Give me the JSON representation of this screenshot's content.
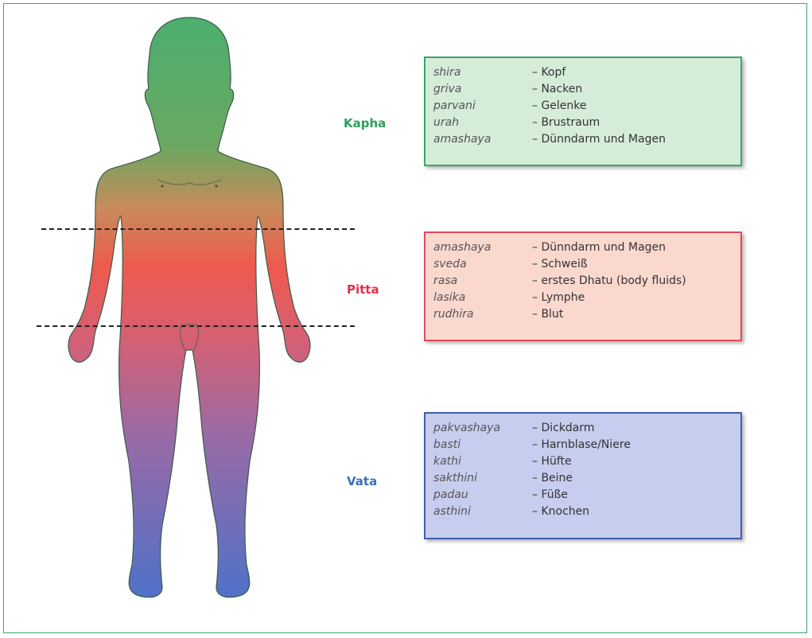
{
  "colors": {
    "frame": "#3aa66a",
    "kapha": "#2e9e5b",
    "pitta": "#e0304a",
    "vata": "#3f6fb6"
  },
  "doshas": [
    {
      "key": "kapha",
      "label": "Kapha",
      "label_color": "#2e9e5b",
      "box_fill": "#d5ecd9",
      "box_border": "#3aa66a",
      "items": [
        {
          "term": "shira",
          "meaning": "– Kopf"
        },
        {
          "term": "griva",
          "meaning": "– Nacken"
        },
        {
          "term": "parvani",
          "meaning": "– Gelenke"
        },
        {
          "term": "urah",
          "meaning": "– Brustraum"
        },
        {
          "term": "amashaya",
          "meaning": "– Dünndarm und Magen"
        }
      ]
    },
    {
      "key": "pitta",
      "label": "Pitta",
      "label_color": "#e0304a",
      "box_fill": "#fad8ce",
      "box_border": "#e04a5a",
      "items": [
        {
          "term": "amashaya",
          "meaning": "– Dünndarm und Magen"
        },
        {
          "term": "sveda",
          "meaning": "– Schweiß"
        },
        {
          "term": "rasa",
          "meaning": "– erstes Dhatu (body fluids)"
        },
        {
          "term": "lasika",
          "meaning": "– Lymphe"
        },
        {
          "term": "rudhira",
          "meaning": "– Blut"
        }
      ]
    },
    {
      "key": "vata",
      "label": "Vata",
      "label_color": "#3f6fb6",
      "box_fill": "#c6cdee",
      "box_border": "#3f5fb0",
      "items": [
        {
          "term": "pakvashaya",
          "meaning": "– Dickdarm"
        },
        {
          "term": "basti",
          "meaning": "– Harnblase/Niere"
        },
        {
          "term": "kathi",
          "meaning": "– Hüfte"
        },
        {
          "term": "sakthini",
          "meaning": "– Beine"
        },
        {
          "term": "padau",
          "meaning": "– Füße"
        },
        {
          "term": "asthini",
          "meaning": "– Knochen"
        }
      ]
    }
  ]
}
